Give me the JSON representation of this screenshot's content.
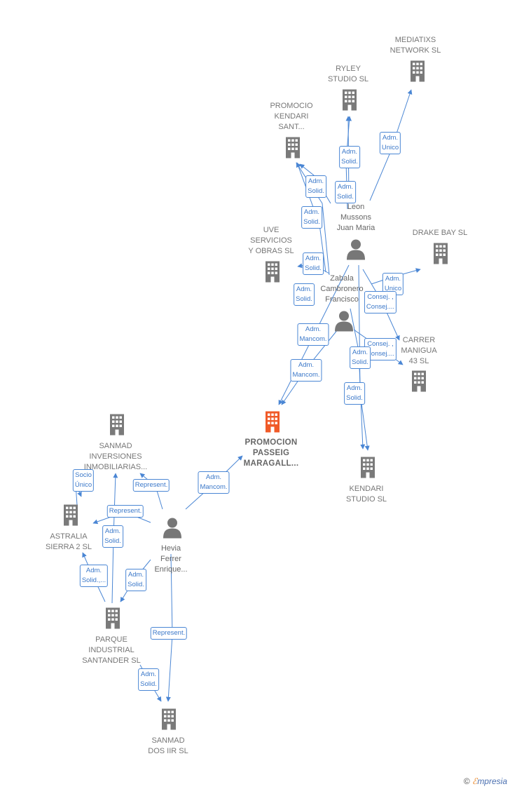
{
  "nodes": {
    "mediatixs": {
      "label": [
        "MEDIATIXS",
        "NETWORK  SL"
      ],
      "type": "company"
    },
    "ryley": {
      "label": [
        "RYLEY",
        "STUDIO  SL"
      ],
      "type": "company"
    },
    "kendari_sant": {
      "label": [
        "PROMOCIO",
        "KENDARI",
        "SANT..."
      ],
      "type": "company"
    },
    "leon": {
      "label": [
        "Leon",
        "Mussons",
        "Juan Maria"
      ],
      "type": "person"
    },
    "uve": {
      "label": [
        "UVE",
        "SERVICIOS",
        "Y OBRAS SL"
      ],
      "type": "company"
    },
    "drake": {
      "label": [
        "DRAKE BAY  SL"
      ],
      "type": "company"
    },
    "zabala": {
      "label": [
        "Zabala",
        "Cambronero",
        "Francisco"
      ],
      "type": "person"
    },
    "carrer": {
      "label": [
        "CARRER",
        "MANIGUA",
        "43  SL"
      ],
      "type": "company"
    },
    "promocion": {
      "label": [
        "PROMOCION",
        "PASSEIG",
        "MARAGALL..."
      ],
      "type": "focus"
    },
    "kendari_studio": {
      "label": [
        "KENDARI",
        "STUDIO  SL"
      ],
      "type": "company"
    },
    "sanmad_inv": {
      "label": [
        "SANMAD",
        "INVERSIONES",
        "INMOBILIARIAS..."
      ],
      "type": "company"
    },
    "astralia": {
      "label": [
        "ASTRALIA",
        "SIERRA 2  SL"
      ],
      "type": "company"
    },
    "hevia": {
      "label": [
        "Hevia",
        "Ferrer",
        "Enrique..."
      ],
      "type": "person"
    },
    "parque": {
      "label": [
        "PARQUE",
        "INDUSTRIAL",
        "SANTANDER SL"
      ],
      "type": "company"
    },
    "sanmad_dos": {
      "label": [
        "SANMAD",
        "DOS IIR  SL"
      ],
      "type": "company"
    }
  },
  "edge_labels": [
    {
      "id": "e1",
      "text": [
        "Adm.",
        "Unico"
      ]
    },
    {
      "id": "e2",
      "text": [
        "Adm.",
        "Solid."
      ]
    },
    {
      "id": "e3",
      "text": [
        "Adm.",
        "Solid."
      ]
    },
    {
      "id": "e4",
      "text": [
        "Adm.",
        "Solid."
      ]
    },
    {
      "id": "e5",
      "text": [
        "Adm.",
        "Solid."
      ]
    },
    {
      "id": "e6",
      "text": [
        "Adm.",
        "Solid."
      ]
    },
    {
      "id": "e7",
      "text": [
        "Adm.",
        "Solid."
      ]
    },
    {
      "id": "e8",
      "text": [
        "Adm.",
        "Unico"
      ]
    },
    {
      "id": "e9",
      "text": [
        "Consej. ,",
        "Consej...."
      ]
    },
    {
      "id": "e10",
      "text": [
        "Adm.",
        "Mancom."
      ]
    },
    {
      "id": "e11",
      "text": [
        "Consej. ,",
        "Consej...."
      ]
    },
    {
      "id": "e12",
      "text": [
        "Adm.",
        "Solid."
      ]
    },
    {
      "id": "e13",
      "text": [
        "Adm.",
        "Mancom."
      ]
    },
    {
      "id": "e14",
      "text": [
        "Adm.",
        "Solid."
      ]
    },
    {
      "id": "e15",
      "text": [
        "Adm.",
        "Mancom."
      ]
    },
    {
      "id": "e16",
      "text": [
        "Socio",
        "Único"
      ]
    },
    {
      "id": "e17",
      "text": [
        "Represent."
      ]
    },
    {
      "id": "e18",
      "text": [
        "Represent."
      ]
    },
    {
      "id": "e19",
      "text": [
        "Adm.",
        "Solid."
      ]
    },
    {
      "id": "e20",
      "text": [
        "Adm.",
        "Solid.,..."
      ]
    },
    {
      "id": "e21",
      "text": [
        "Adm.",
        "Solid."
      ]
    },
    {
      "id": "e22",
      "text": [
        "Represent."
      ]
    },
    {
      "id": "e23",
      "text": [
        "Adm.",
        "Solid."
      ]
    }
  ],
  "colors": {
    "edge": "#4a86d4",
    "building": "#7a7a7a",
    "focus": "#f05a28",
    "person": "#777777"
  },
  "footer": {
    "copyright": "©",
    "brand_e": "ℰ",
    "brand_rest": "mpresia"
  }
}
